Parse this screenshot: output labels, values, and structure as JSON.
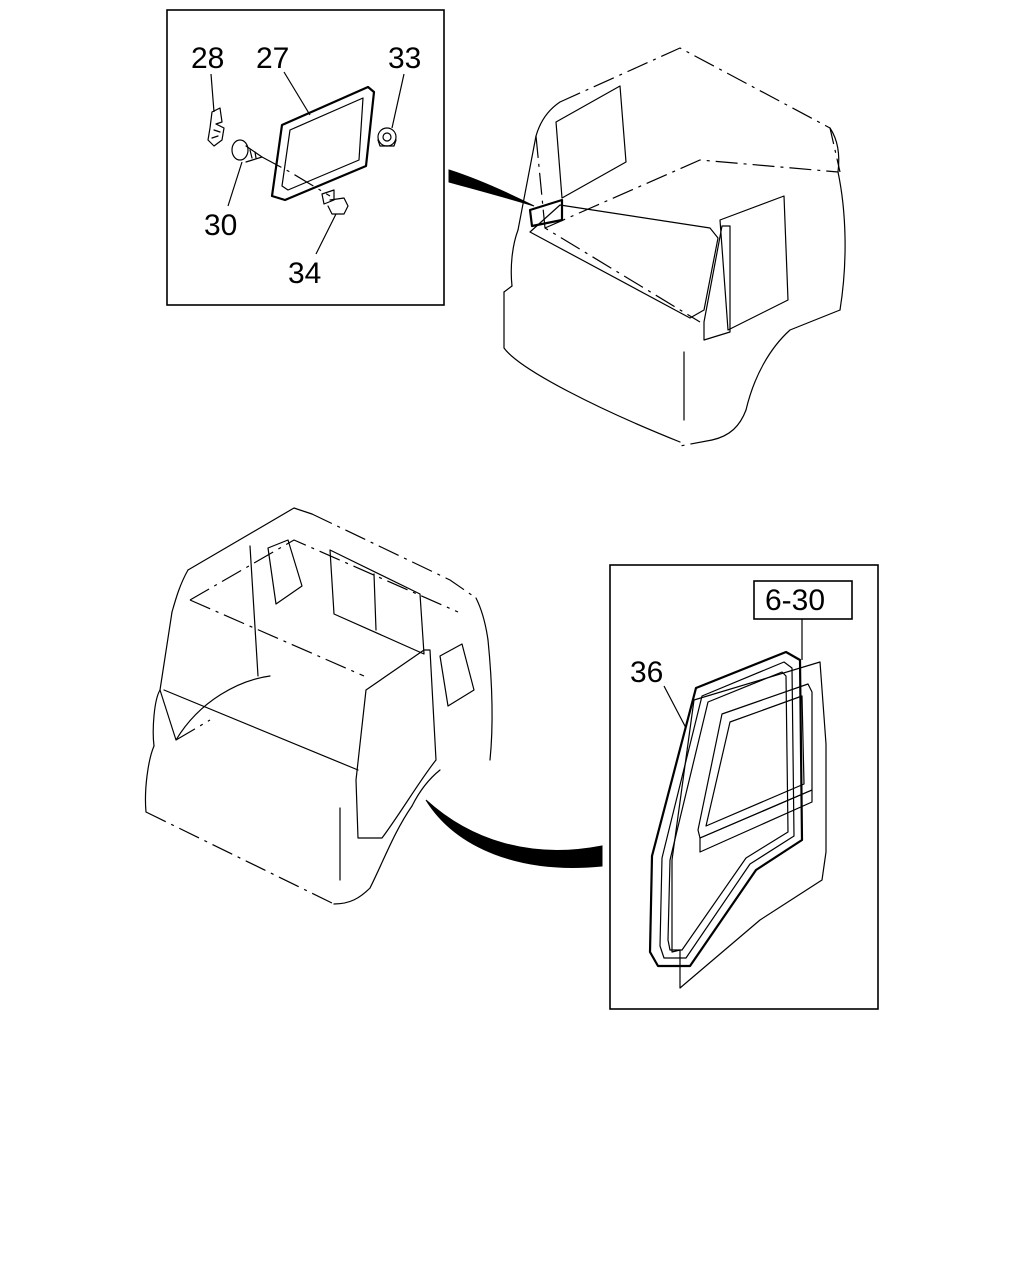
{
  "callouts": {
    "c28": "28",
    "c27": "27",
    "c33": "33",
    "c30": "30",
    "c34": "34",
    "c36": "36"
  },
  "reference_box": "6-30"
}
